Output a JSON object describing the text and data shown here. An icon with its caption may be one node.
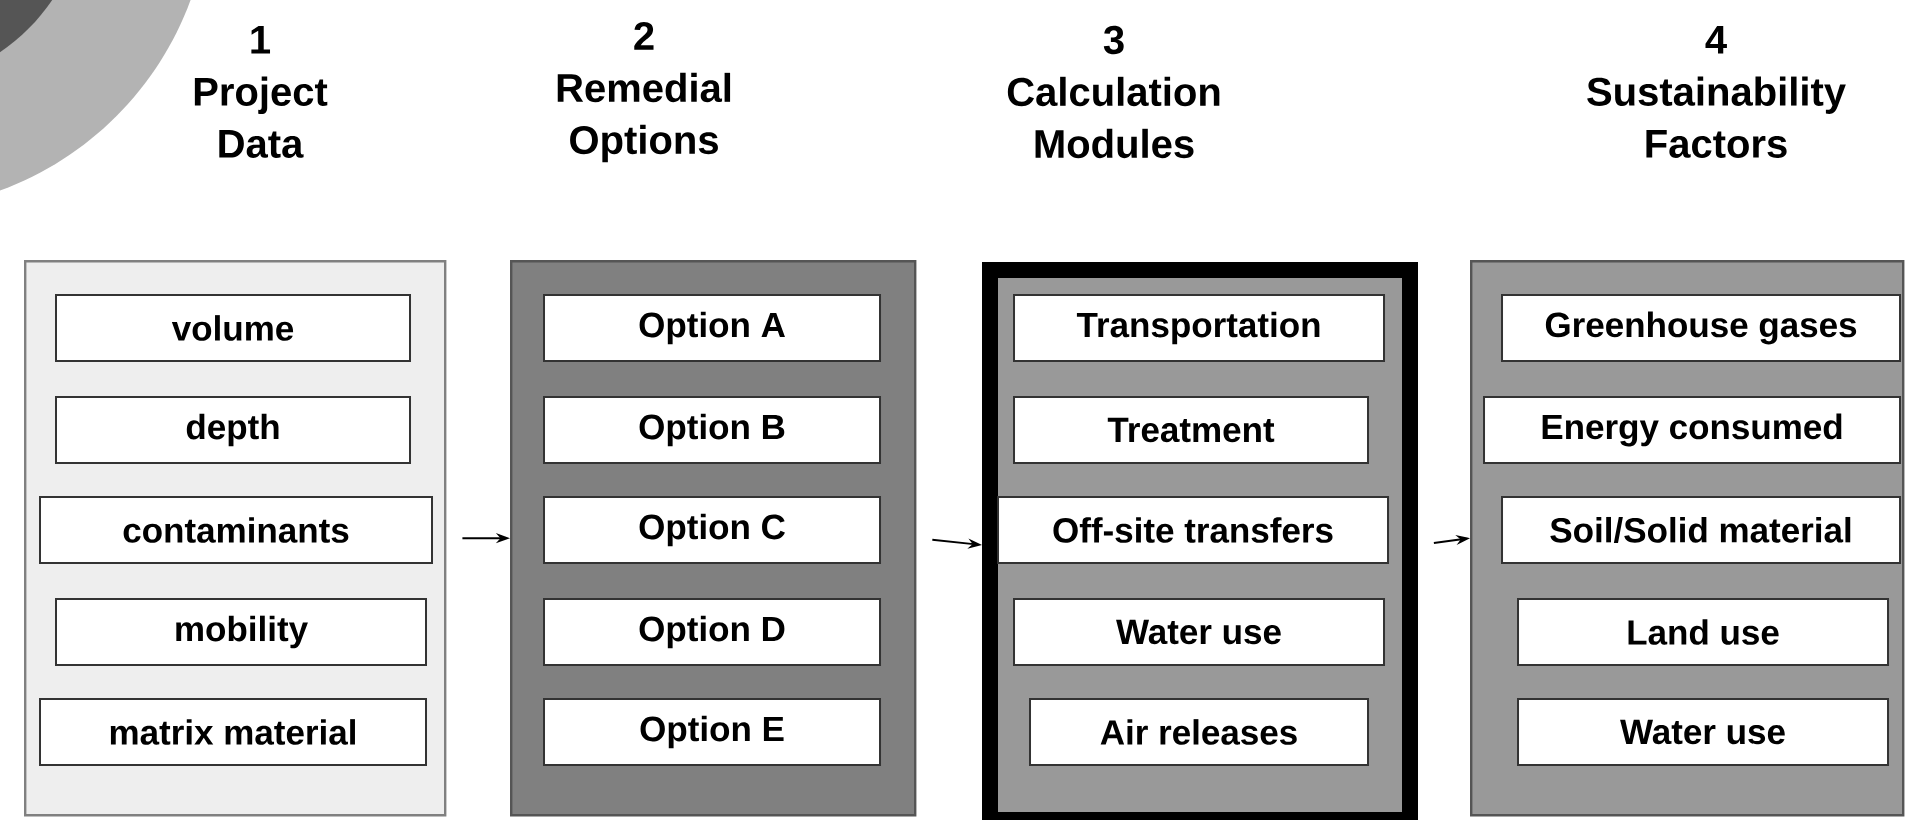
{
  "diagram": {
    "nodes": [
      {
        "text": [
          "1",
          "Project Data"
        ]
      },
      {
        "text": [
          "volume"
        ],
        "in": 0
      },
      {
        "text": [
          "depth"
        ],
        "in": 0
      },
      {
        "text": [
          "contaminants"
        ],
        "in": 0
      },
      {
        "text": [
          "mobility"
        ],
        "in": 0
      },
      {
        "text": [
          "matrix material"
        ],
        "in": 0
      },
      {
        "text": [
          "2",
          "Remedial Options"
        ]
      },
      {
        "text": [
          "Option A"
        ],
        "in": 6
      },
      {
        "text": [
          "Option B"
        ],
        "in": 6
      },
      {
        "text": [
          "Option C"
        ],
        "in": 6
      },
      {
        "text": [
          "Option D"
        ],
        "in": 6
      },
      {
        "text": [
          "Option E"
        ],
        "in": 6
      },
      {
        "text": [
          "3",
          "Calculation Modules"
        ]
      },
      {
        "text": [
          "Transportation"
        ],
        "in": 12
      },
      {
        "text": [
          "Treatment"
        ],
        "in": 12
      },
      {
        "text": [
          "Off-site transfers"
        ],
        "in": 12
      },
      {
        "text": [
          "Water use"
        ],
        "in": 12
      },
      {
        "text": [
          "Air releases"
        ],
        "in": 12
      },
      {
        "text": [
          "4",
          "Sustainability Factors"
        ]
      },
      {
        "text": [
          "Greenhouse gases"
        ],
        "in": 18
      },
      {
        "text": [
          "Energy consumed"
        ],
        "in": 18
      },
      {
        "text": [
          "Soil/Solid material"
        ],
        "in": 18
      },
      {
        "text": [
          "Land use"
        ],
        "in": 18
      },
      {
        "text": [
          "Water use"
        ],
        "in": 18
      }
    ],
    "edges": [
      {
        "from": 0,
        "to": 6,
        "arrow": "to"
      },
      {
        "from": 6,
        "to": 12,
        "arrow": "to"
      },
      {
        "from": 12,
        "to": 18,
        "arrow": "to"
      }
    ]
  }
}
